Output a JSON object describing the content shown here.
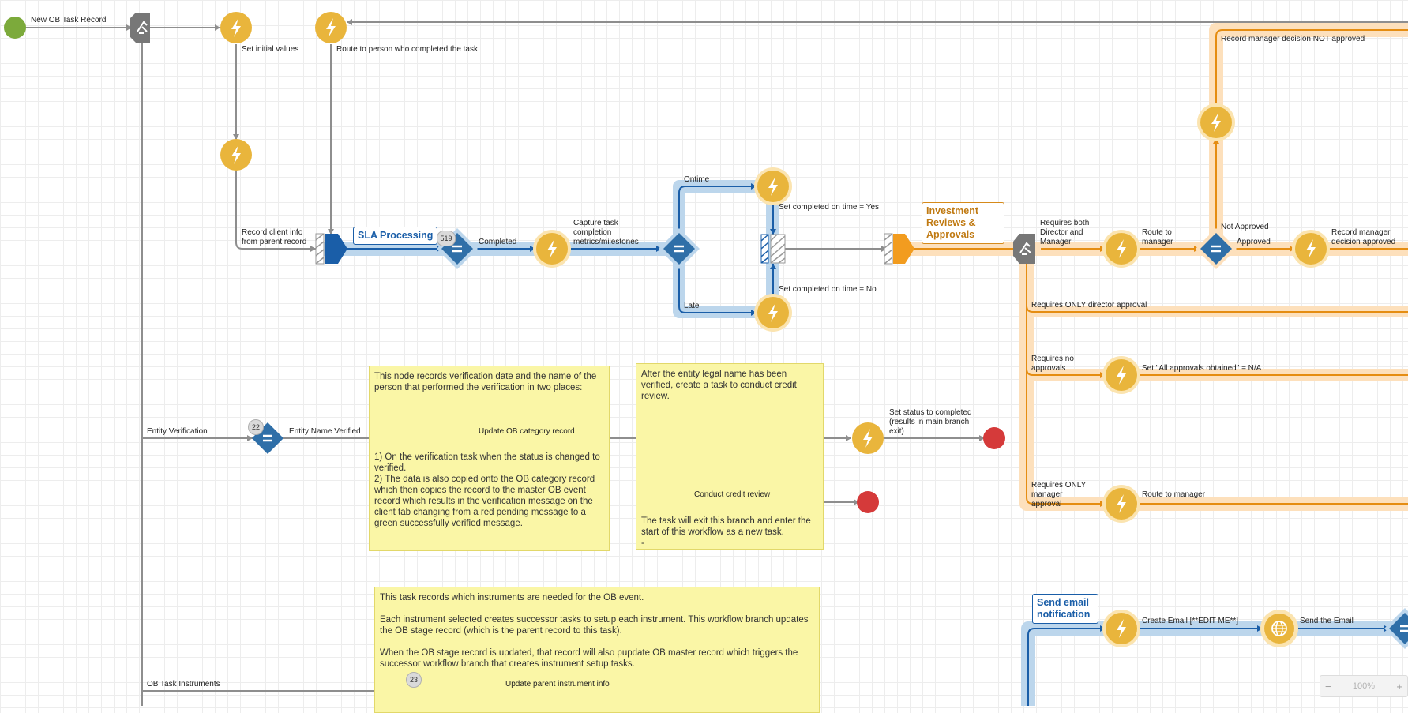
{
  "nodes": {
    "start_label": "New OB Task Record",
    "set_initial_values": "Set initial values",
    "route_person": "Route to person who completed the task",
    "record_client_info": "Record client info from parent record",
    "sla_processing": "SLA Processing",
    "sla_badge": "519",
    "completed": "Completed",
    "capture_task": "Capture task completion metrics/milestones",
    "ontime": "Ontime",
    "late": "Late",
    "set_ontime_yes": "Set completed on time = Yes",
    "set_ontime_no": "Set completed on time = No",
    "investment_reviews": "Investment Reviews & Approvals",
    "requires_both": "Requires both Director and Manager",
    "route_to_manager_1": "Route to manager",
    "not_approved": "Not Approved",
    "approved": "Approved",
    "record_mgr_not_approved": "Record manager decision NOT approved",
    "record_mgr_approved": "Record manager decision approved",
    "requires_only_director": "Requires ONLY director approval",
    "requires_no_approvals": "Requires no approvals",
    "set_all_approvals": "Set \"All approvals obtained\" = N/A",
    "requires_only_manager": "Requires ONLY manager approval",
    "route_to_manager_2": "Route to manager",
    "entity_verification": "Entity Verification",
    "entity_badge": "22",
    "entity_name_verified": "Entity Name Verified",
    "update_ob_category": "Update OB category record",
    "conduct_credit_review": "Conduct credit review",
    "set_status_completed": "Set status to completed (results in main branch exit)",
    "ob_task_instruments": "OB Task Instruments",
    "instr_badge": "23",
    "update_parent_instrument": "Update parent instrument info",
    "send_email_notification": "Send email notification",
    "create_email": "Create Email [**EDIT ME**]",
    "send_the_email": "Send the Email"
  },
  "notes": {
    "verification_top": "This node records verification date and the name of the person that performed the verification in two places:",
    "verification_item1": "1) On the verification task when the status is changed to verified.",
    "verification_item2": "2) The data is also copied onto the OB category record which then copies the record to the master OB event record which results in the verification message on the client tab changing from a red pending message to a green successfully verified message.",
    "credit_top": "After the entity legal name has been verified, create a task to conduct credit review.",
    "credit_bottom": "The task will exit this branch and enter the start of this workflow as a new task.",
    "credit_dash": "-",
    "instr_p1": "This task records which instruments are needed for the OB event.",
    "instr_p2": "Each instrument selected creates successor tasks to setup each instrument. This workflow branch updates the OB stage record (which is the parent record to this task).",
    "instr_p3": "When the OB stage record is updated, that record will also pupdate OB master record which triggers the successor workflow branch that creates instrument setup tasks."
  },
  "zoom": {
    "minus": "−",
    "level": "100%",
    "plus": "+"
  },
  "colors": {
    "connector": "#8e8e8e",
    "action": "#e9b53c",
    "gateway": "#2f6fa8",
    "sla_blue": "#1a5ea8",
    "sla_band": "#b7d4ec",
    "orange_band": "#fde0bc",
    "orange_line": "#e58d12",
    "end": "#d53a3a",
    "start": "#7caa3b",
    "note_bg": "#faf6a6"
  }
}
